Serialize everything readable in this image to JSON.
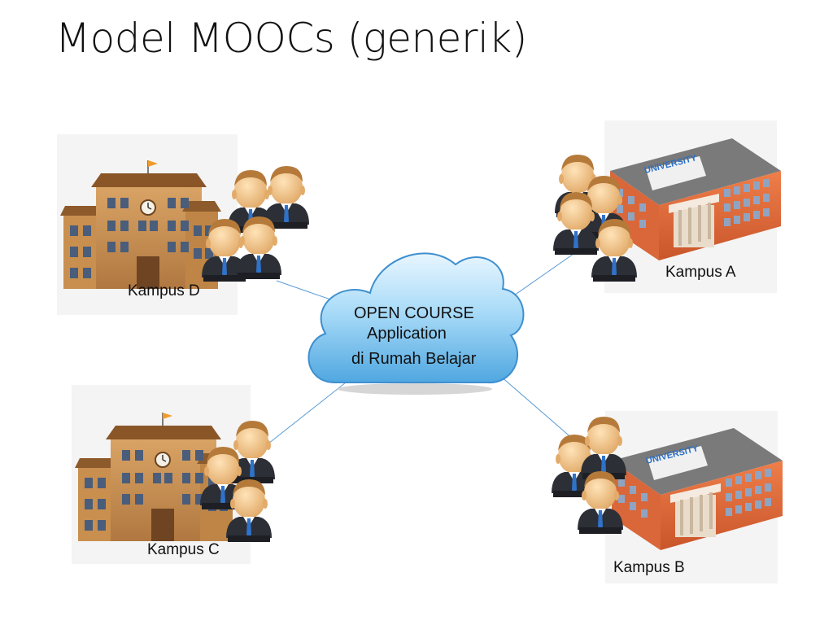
{
  "slide": {
    "title": "Model MOOCs (generik)"
  },
  "cloud": {
    "line1": "OPEN COURSE",
    "line2": "Application",
    "line3": "di Rumah Belajar"
  },
  "campuses": {
    "a": {
      "label": "Kampus A",
      "sign": "UNIVERSITY"
    },
    "b": {
      "label": "Kampus B",
      "sign": "UNIVERSITY"
    },
    "c": {
      "label": "Kampus C"
    },
    "d": {
      "label": "Kampus D"
    }
  },
  "colors": {
    "connector": "#5b9bd5",
    "cloud_fill": "#9fd3f5",
    "school_wall": "#c98f4f",
    "university_wall": "#d9673a",
    "sign_blue": "#2a6fc4"
  },
  "icons": [
    "school-building-icon",
    "university-building-icon",
    "student-group-icon",
    "cloud-icon"
  ]
}
